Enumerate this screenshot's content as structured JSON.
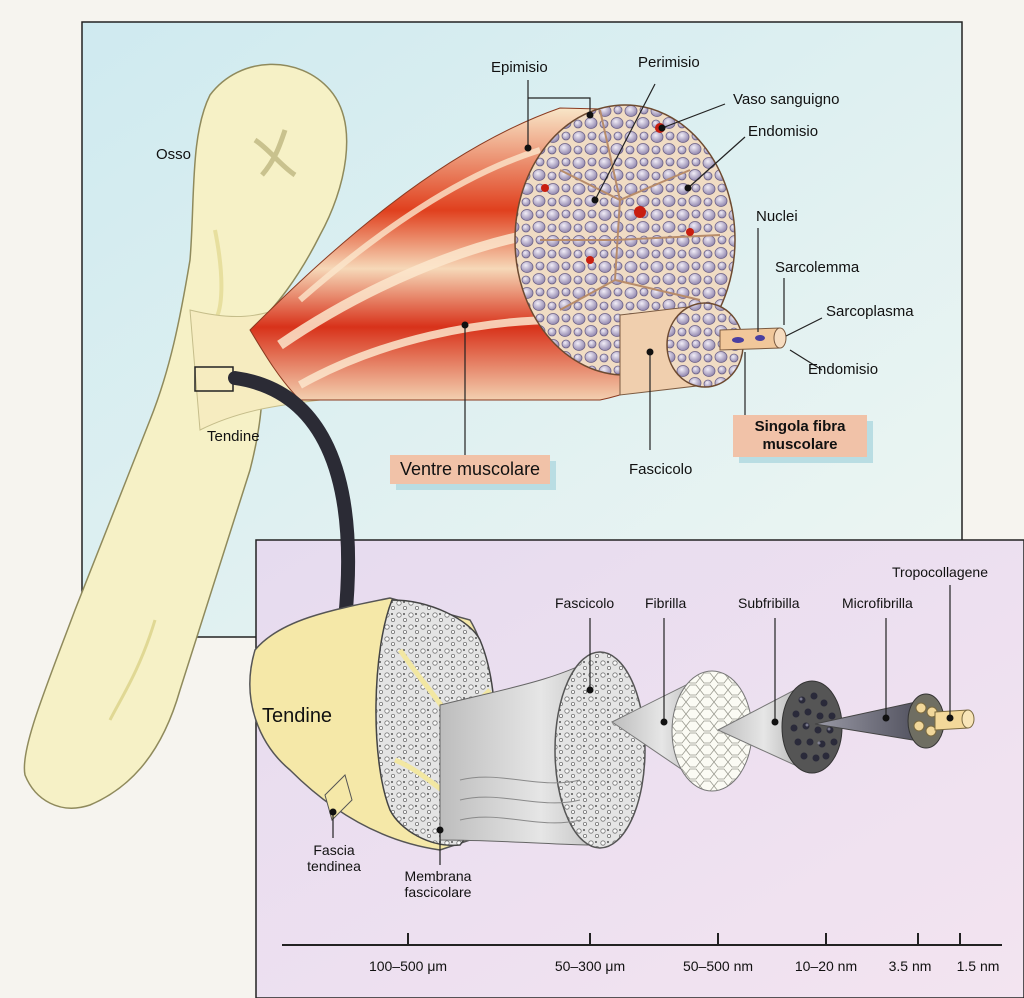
{
  "top_panel": {
    "labels": {
      "osso": "Osso",
      "tendine": "Tendine",
      "epimisio": "Epimisio",
      "perimisio": "Perimisio",
      "vaso": "Vaso sanguigno",
      "endomisio": "Endomisio",
      "nuclei": "Nuclei",
      "sarcolemma": "Sarcolemma",
      "sarcoplasma": "Sarcoplasma",
      "endomisio2": "Endomisio",
      "fascicolo": "Fascicolo",
      "ventre": "Ventre muscolare",
      "fibra_line1": "Singola fibra",
      "fibra_line2": "muscolare"
    }
  },
  "bottom_panel": {
    "labels": {
      "tendine": "Tendine",
      "fascicolo": "Fascicolo",
      "fibrilla": "Fibrilla",
      "subfribilla": "Subfribilla",
      "microfibrilla": "Microfibrilla",
      "tropocollagene": "Tropocollagene",
      "fascia_line1": "Fascia",
      "fascia_line2": "tendinea",
      "membrana_line1": "Membrana",
      "membrana_line2": "fascicolare"
    },
    "scale": [
      "100–500 μm",
      "50–300 μm",
      "50–500 nm",
      "10–20 nm",
      "3.5 nm",
      "1.5 nm"
    ]
  },
  "colors": {
    "top_panel_bg": "#d7eef0",
    "bottom_panel_bg": "#ead9ec",
    "bone": "#f5f0c0",
    "muscle_red": "#d8321a",
    "label_box": "#f1c2a8"
  }
}
